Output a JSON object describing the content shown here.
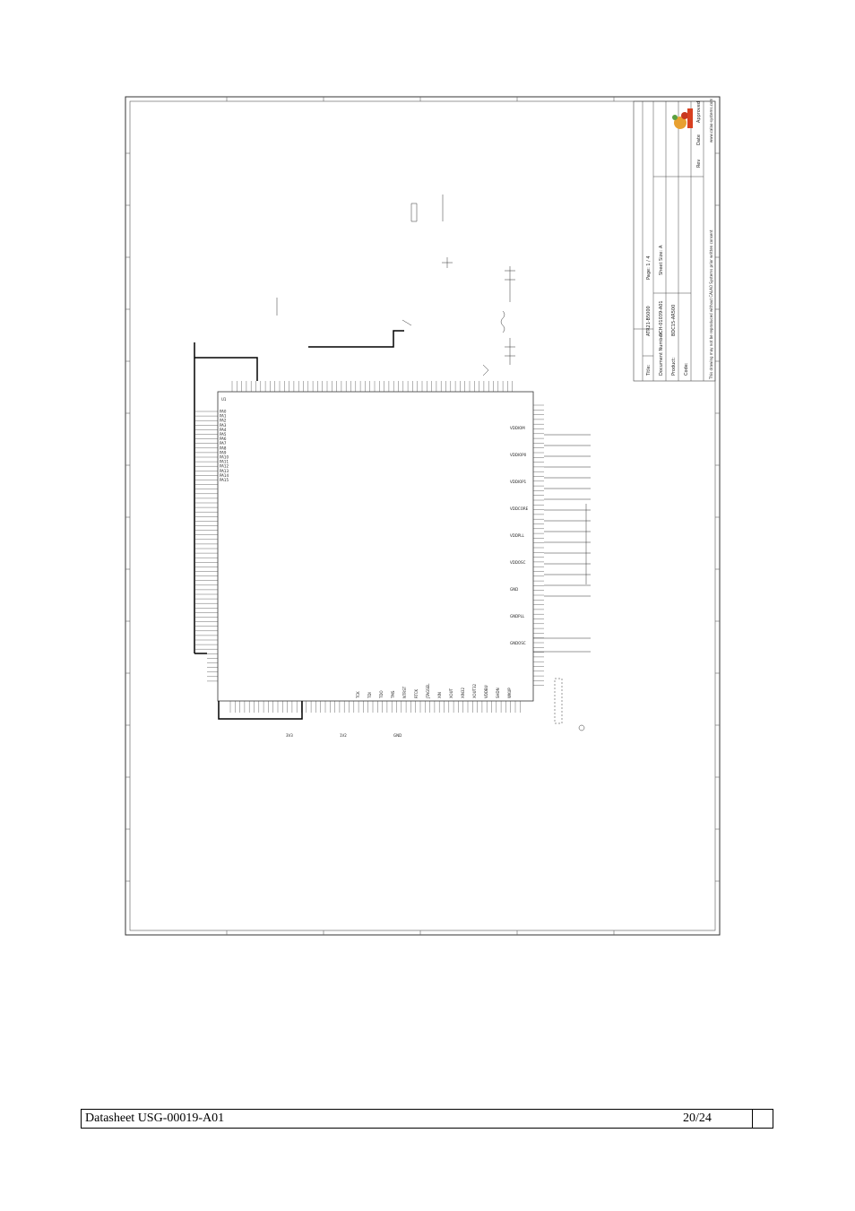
{
  "footer": {
    "doc_title": "Datasheet USG-00019-A01",
    "page": "20/24"
  },
  "titleblock": {
    "labels": [
      "Title:",
      "Document Number:",
      "Product:",
      "Code:",
      "Sheet Size:",
      "Rev",
      "Date",
      "Approved"
    ],
    "title": "ATR21-B5000",
    "document_number": "SCH-01039-A01",
    "product": "BDC15-AR500",
    "sheet_size": "A",
    "sheet": "Page: 1 / 4",
    "notice": "This drawing may not be reproduced without CALAO Systems prior written consent",
    "website": "www.calao-systems.com"
  },
  "schematic": {
    "main_ic": "U1",
    "left_pins": [
      "PA0",
      "PA1",
      "PA2",
      "PA3",
      "PA4",
      "PA5",
      "PA6",
      "PA7",
      "PA8",
      "PA9",
      "PA10",
      "PA11",
      "PA12",
      "PA13",
      "PA14",
      "PA15"
    ],
    "bottom_pins": [
      "TCK",
      "TDI",
      "TDO",
      "TMS",
      "NTRST",
      "RTCK",
      "JTAGSEL",
      "XIN",
      "XOUT",
      "XIN32",
      "XOUT32",
      "VDDBU",
      "SHDN",
      "WKUP"
    ],
    "right_pins": [
      "VDDIOM",
      "VDDIOP0",
      "VDDIOP1",
      "VDDCORE",
      "VDDPLL",
      "VDDOSC",
      "GND",
      "GNDPLL",
      "GNDOSC"
    ],
    "power_labels": [
      "3V3",
      "1V2",
      "GND"
    ]
  }
}
